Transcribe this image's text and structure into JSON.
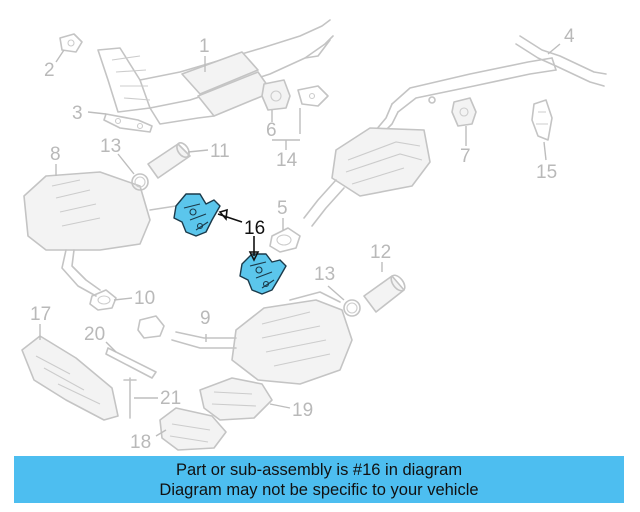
{
  "callouts": {
    "c1": "1",
    "c2": "2",
    "c3": "3",
    "c4": "4",
    "c5": "5",
    "c6": "6",
    "c7": "7",
    "c8": "8",
    "c9": "9",
    "c10": "10",
    "c11": "11",
    "c12": "12",
    "c13a": "13",
    "c13b": "13",
    "c14": "14",
    "c15": "15",
    "c16": "16",
    "c17": "17",
    "c18": "18",
    "c19": "19",
    "c20": "20",
    "c21": "21"
  },
  "highlighted_part": "16",
  "highlight_color": "#5bc6ec",
  "banner": {
    "line1": "Part or sub-assembly is #16 in diagram",
    "line2": "Diagram may not be specific to your vehicle",
    "background": "#4dbef0"
  }
}
